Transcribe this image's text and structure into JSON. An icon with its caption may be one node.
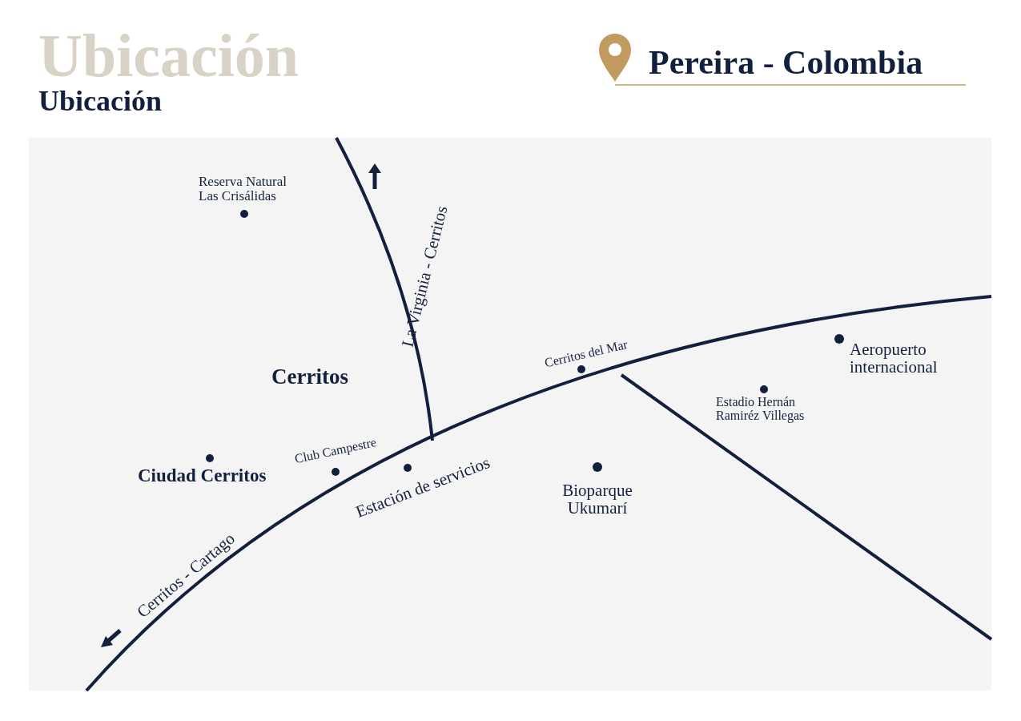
{
  "diagram": {
    "title": "Ubicación",
    "labels": [
      "Ubicación",
      "Pereira - Colombia",
      "Reserva Natural Las Crisálidas",
      "La Virginia - Cerritos",
      "Cerritos del Mar",
      "Aeropuerto internacional",
      "Cerritos",
      "Estadio Hernán Ramiréz Villegas",
      "Club Campestre",
      "Ciudad Cerritos",
      "Estación de servicios",
      "Bioparque Ukumarí",
      "Cerritos - Cartago"
    ]
  }
}
